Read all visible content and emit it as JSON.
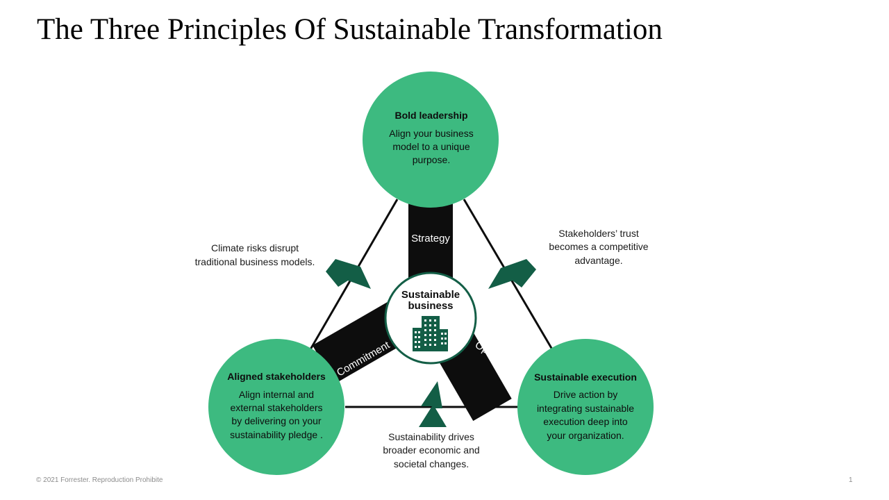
{
  "slide": {
    "title": "The Three Principles Of Sustainable Transformation",
    "footer": "© 2021 Forrester. Reproduction Prohibite",
    "page_number": "1"
  },
  "colors": {
    "principle_circle": "#3dba80",
    "connector_band": "#0d0d0d",
    "lightning": "#135e46",
    "building": "#135e46",
    "center_ring": "#135e46"
  },
  "center": {
    "title_line1": "Sustainable",
    "title_line2": "business",
    "icon": "building-icon"
  },
  "principles": {
    "top": {
      "heading": "Bold leadership",
      "lines": [
        "Align your business",
        "model to a unique",
        "purpose."
      ]
    },
    "left": {
      "heading": "Aligned stakeholders",
      "lines": [
        "Align internal and",
        "external stakeholders",
        "by delivering on your",
        "sustainability pledge ."
      ]
    },
    "right": {
      "heading": "Sustainable execution",
      "lines": [
        "Drive action by",
        "integrating sustainable",
        "execution deep into",
        "your organization."
      ]
    }
  },
  "bands": {
    "strategy": "Strategy",
    "commitment": "Commitment",
    "operations": "Operations"
  },
  "notes": {
    "left": [
      "Climate risks disrupt",
      "traditional business models."
    ],
    "right": [
      "Stakeholders’ trust",
      "becomes a competitive",
      "advantage."
    ],
    "bottom": [
      "Sustainability drives",
      "broader economic and",
      "societal changes."
    ]
  },
  "icons": [
    "lightning-icon",
    "building-icon"
  ]
}
